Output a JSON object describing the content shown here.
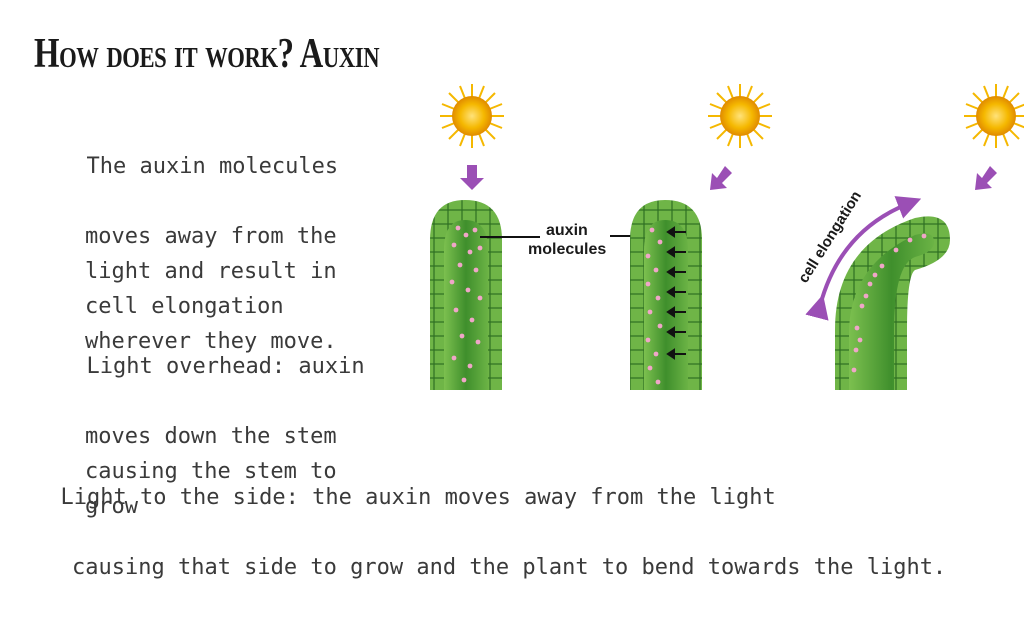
{
  "title": "How does it work? Auxin",
  "paragraphs": {
    "p1_first": "The auxin molecules",
    "p1_rest": "moves away from the light and result in cell elongation wherever they move.",
    "p2_first": "Light overhead: auxin",
    "p2_rest": "moves down the stem causing the stem to grow",
    "p3_first": "Light to the side: the auxin moves away from the light",
    "p3_rest": "causing that side to grow and the plant to bend towards the light."
  },
  "diagram": {
    "label_auxin_1": "auxin",
    "label_auxin_2": "molecules",
    "label_elongation": "cell elongation",
    "colors": {
      "stem_dark": "#3f8f2c",
      "stem_light": "#7cc04f",
      "cell_border": "#2e6f22",
      "auxin_dot": "#f0a6c8",
      "arrow_purple": "#9b4fb5",
      "sun": "#f5b800"
    }
  }
}
